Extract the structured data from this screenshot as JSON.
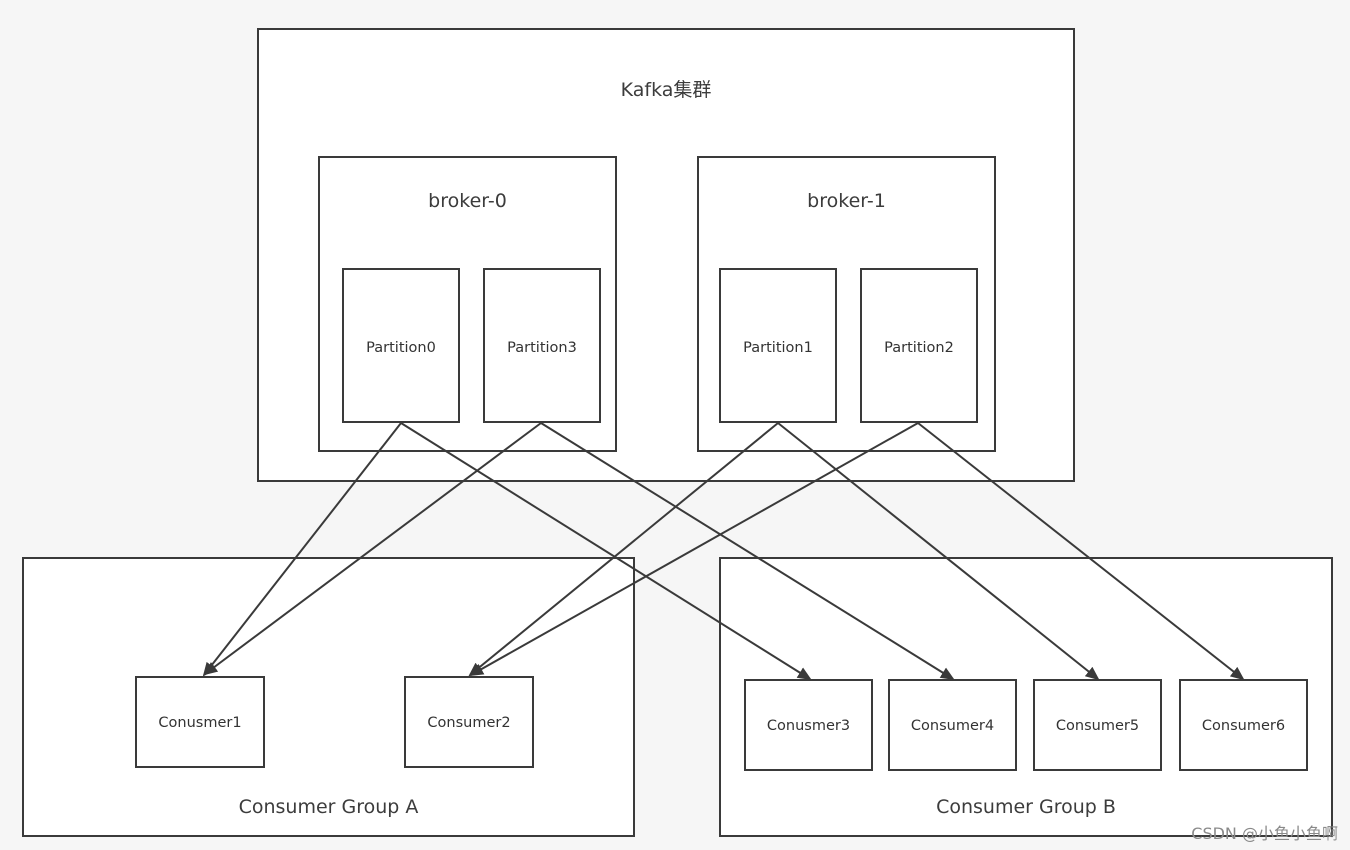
{
  "cluster": {
    "title": "Kafka集群"
  },
  "brokers": [
    {
      "name": "broker-0",
      "partitions": [
        "Partition0",
        "Partition3"
      ]
    },
    {
      "name": "broker-1",
      "partitions": [
        "Partition1",
        "Partition2"
      ]
    }
  ],
  "groups": [
    {
      "name": "Consumer Group A",
      "consumers": [
        "Conusmer1",
        "Consumer2"
      ]
    },
    {
      "name": "Consumer Group B",
      "consumers": [
        "Conusmer3",
        "Consumer4",
        "Consumer5",
        "Consumer6"
      ]
    }
  ],
  "edges": [
    {
      "from": "Partition0",
      "to": "Conusmer1"
    },
    {
      "from": "Partition0",
      "to": "Conusmer3"
    },
    {
      "from": "Partition3",
      "to": "Conusmer1"
    },
    {
      "from": "Partition3",
      "to": "Consumer4"
    },
    {
      "from": "Partition1",
      "to": "Consumer2"
    },
    {
      "from": "Partition1",
      "to": "Consumer5"
    },
    {
      "from": "Partition2",
      "to": "Consumer2"
    },
    {
      "from": "Partition2",
      "to": "Consumer6"
    }
  ],
  "colors": {
    "line": "#3a3a3a",
    "box_fill": "#ffffff",
    "background": "#f6f6f6"
  },
  "watermark": "CSDN @小鱼小鱼啊"
}
